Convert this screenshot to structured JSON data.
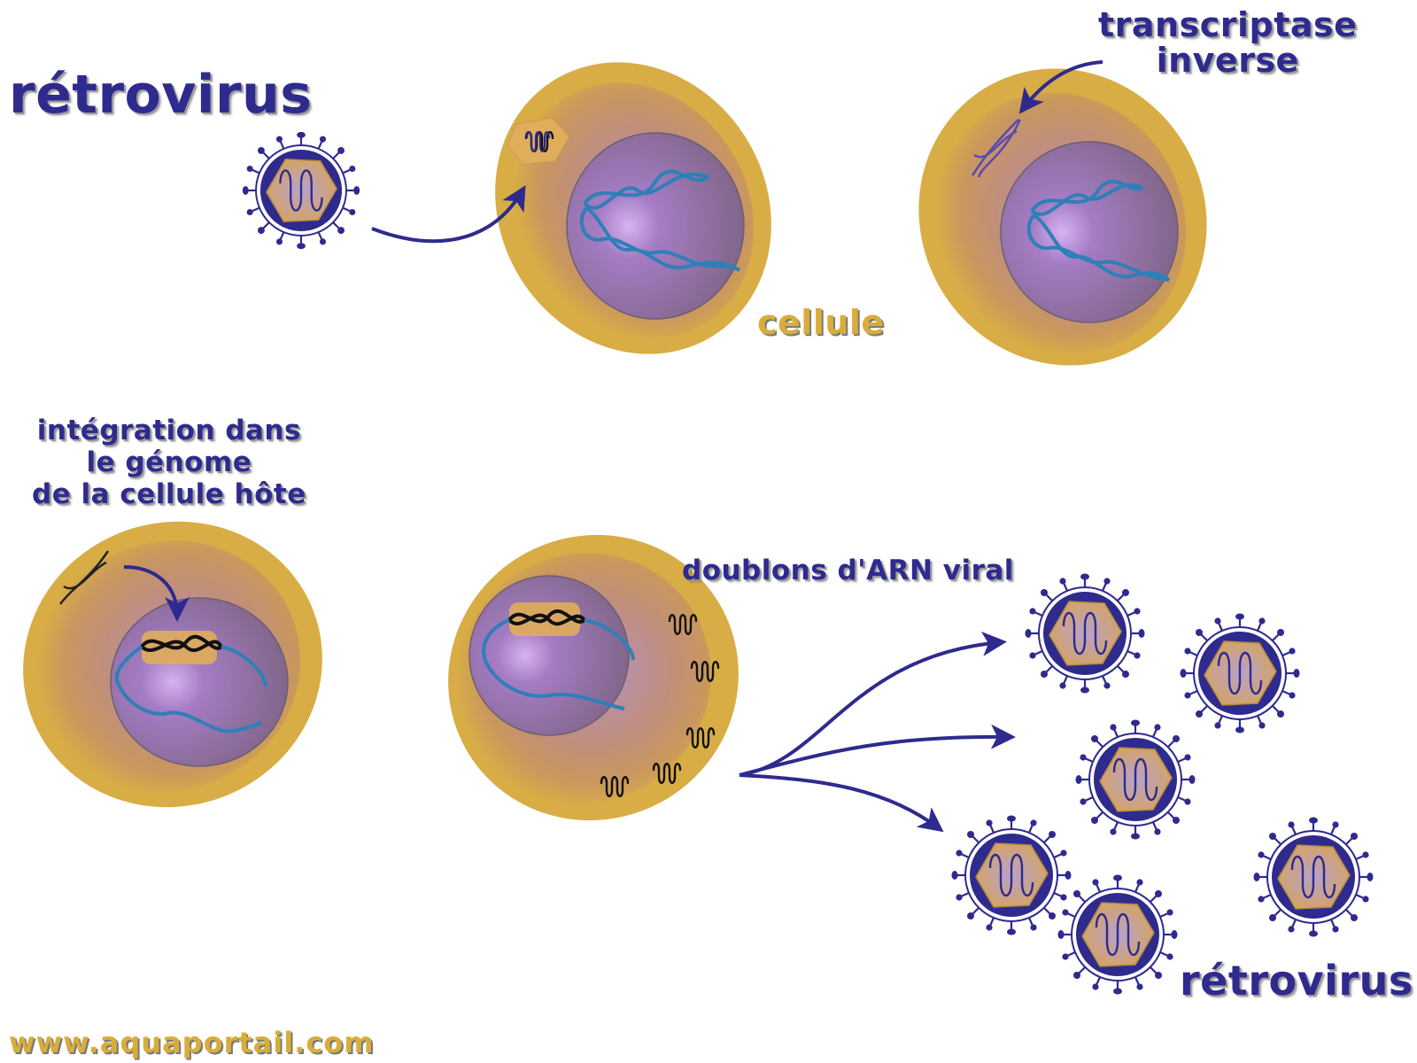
{
  "labels": {
    "retrovirus_title": "rétrovirus",
    "cellule": "cellule",
    "transcriptase_line1": "transcriptase",
    "transcriptase_line2": "inverse",
    "integration_line1": "intégration dans",
    "integration_line2": "le génome",
    "integration_line3": "de la cellule hôte",
    "doublons": "doublons d'ARN viral",
    "retrovirus_bottom": "rétrovirus",
    "watermark": "www.aquaportail.com"
  },
  "colors": {
    "cell_cytoplasm": "#d9ad45",
    "cell_inner": "#b88a7e",
    "nucleus": "#8f6ea6",
    "virus_envelope": "#2e2a8e",
    "virus_capsid": "#d7a758",
    "arrow": "#2e2a8e",
    "label_blue": "#2e2a8e",
    "label_gold": "#d8ad3c",
    "dna_blue": "#2f7fb8",
    "rna_black": "#111111"
  }
}
